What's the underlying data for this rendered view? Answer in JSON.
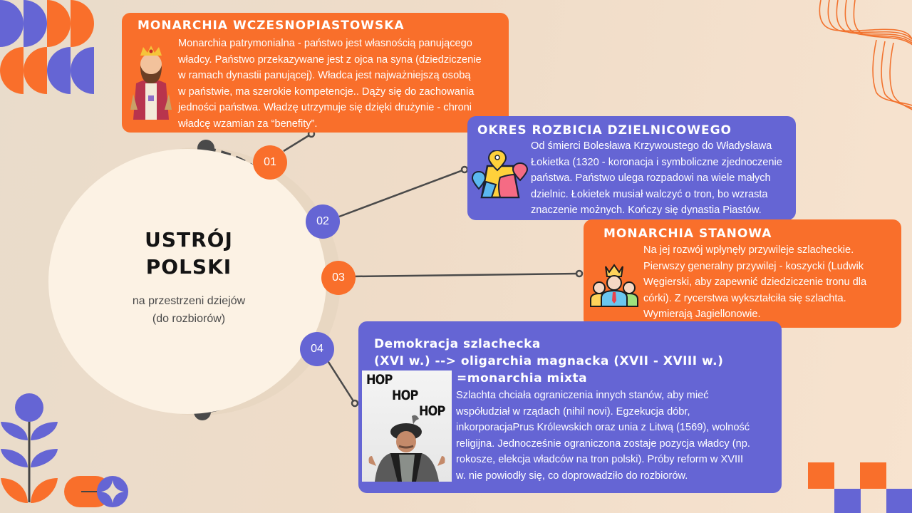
{
  "colors": {
    "orange": "#f96f2b",
    "blue": "#6565d4",
    "background": "#efdcc8",
    "center_circle": "#fcf2e4",
    "connector": "#4a4a4a"
  },
  "center": {
    "title_line1": "USTRÓJ",
    "title_line2": "POLSKI",
    "subtitle_line1": "na przestrzeni dziejów",
    "subtitle_line2": "(do rozbiorów)"
  },
  "nodes": [
    {
      "label": "01",
      "color": "orange"
    },
    {
      "label": "02",
      "color": "blue"
    },
    {
      "label": "03",
      "color": "orange"
    },
    {
      "label": "04",
      "color": "blue"
    }
  ],
  "cards": [
    {
      "title": "MONARCHIA WCZESNOPIASTOWSKA",
      "icon": "king-icon",
      "lines": [
        "Monarchia patrymonialna - państwo jest własnością panującego",
        "władcy. Państwo przekazywane jest z ojca na syna (dziedziczenie",
        "w ramach dynastii panującej).  Władca jest najważniejszą osobą",
        "w państwie, ma szerokie kompetencje.. Dąży się do zachowania",
        "jedności państwa.  Władzę utrzymuje się dzięki drużynie - chroni",
        "władcę wzamian za “benefity”."
      ]
    },
    {
      "title": "OKRES ROZBICIA DZIELNICOWEGO",
      "icon": "map-pins-icon",
      "lines": [
        "Od śmierci Bolesława Krzywoustego do Władysława",
        "Łokietka (1320 - koronacja i symboliczne zjednoczenie",
        "państwa. Państwo ulega rozpadowi na wiele małych",
        "dzielnic. Łokietek musiał walczyć o tron, bo wzrasta",
        "znaczenie możnych. Kończy się dynastia Piastów."
      ]
    },
    {
      "title": "MONARCHIA STANOWA",
      "icon": "crowned-leader-group-icon",
      "lines": [
        "Na jej rozwój wpłynęły przywileje szlacheckie.",
        "Pierwszy generalny przywilej - koszycki (Ludwik",
        "Węgierski, aby zapewnić dziedziczenie tronu dla",
        "córki). Z rycerstwa wykształciła się szlachta.",
        "Wymierają Jagiellonowie."
      ]
    },
    {
      "title_lines": [
        "Demokracja szlachecka",
        "(XVI w.) --> oligarchia magnacka (XVII - XVIII w.)",
        "=monarchia mixta"
      ],
      "image_caption": [
        "HOP",
        "HOP",
        "HOP"
      ],
      "lines": [
        "Szlachta chciała ograniczenia innych stanów, aby mieć",
        "współudział w rządach (nihil novi).  Egzekucja dóbr,",
        "inkorporacjaPrus Królewskich oraz unia z Litwą (1569), wolność",
        "religijna. Jednocześnie ograniczona zostaje pozycja władcy (np.",
        "rokosze, elekcja władców na tron polski). Próby reform w XVIII",
        "w. nie powiodły się, co doprowadziło do rozbiorów."
      ]
    }
  ]
}
